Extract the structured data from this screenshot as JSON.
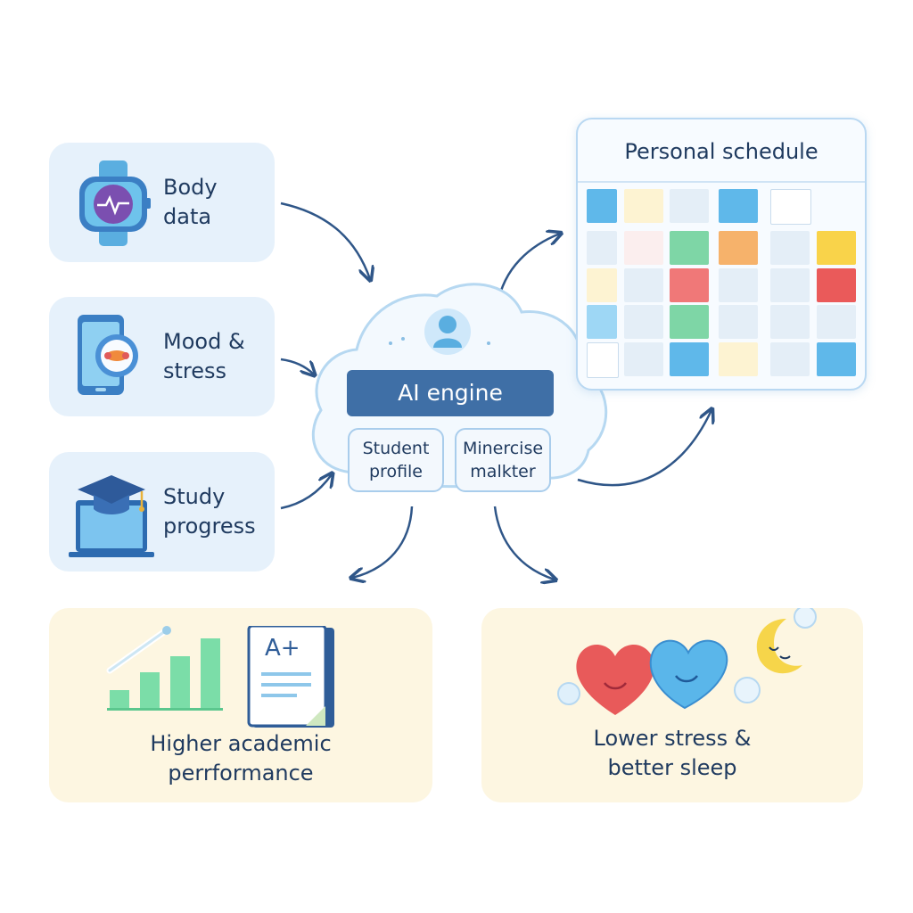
{
  "inputs": [
    {
      "line1": "Body",
      "line2": "data",
      "icon": "smartwatch-icon"
    },
    {
      "line1": "Mood &",
      "line2": "stress",
      "icon": "smartphone-icon"
    },
    {
      "line1": "Study",
      "line2": "progress",
      "icon": "graduation-laptop-icon"
    }
  ],
  "engine": {
    "title": "AI engine",
    "left_box": {
      "line1": "Student",
      "line2": "profile"
    },
    "right_box": {
      "line1": "Minercise",
      "line2": "malkter"
    }
  },
  "schedule": {
    "title": "Personal schedule"
  },
  "outputs": {
    "left": {
      "line1": "Higher academic",
      "line2": "perrformance",
      "grade": "A+"
    },
    "right": {
      "line1": "Lower stress &",
      "line2": "better sleep"
    }
  },
  "colors": {
    "input_card_bg": "#e6f1fb",
    "output_card_bg": "#fdf6e1",
    "engine_blue": "#3f6fa6",
    "arrow": "#2f5688",
    "text": "#1f3a5f"
  }
}
